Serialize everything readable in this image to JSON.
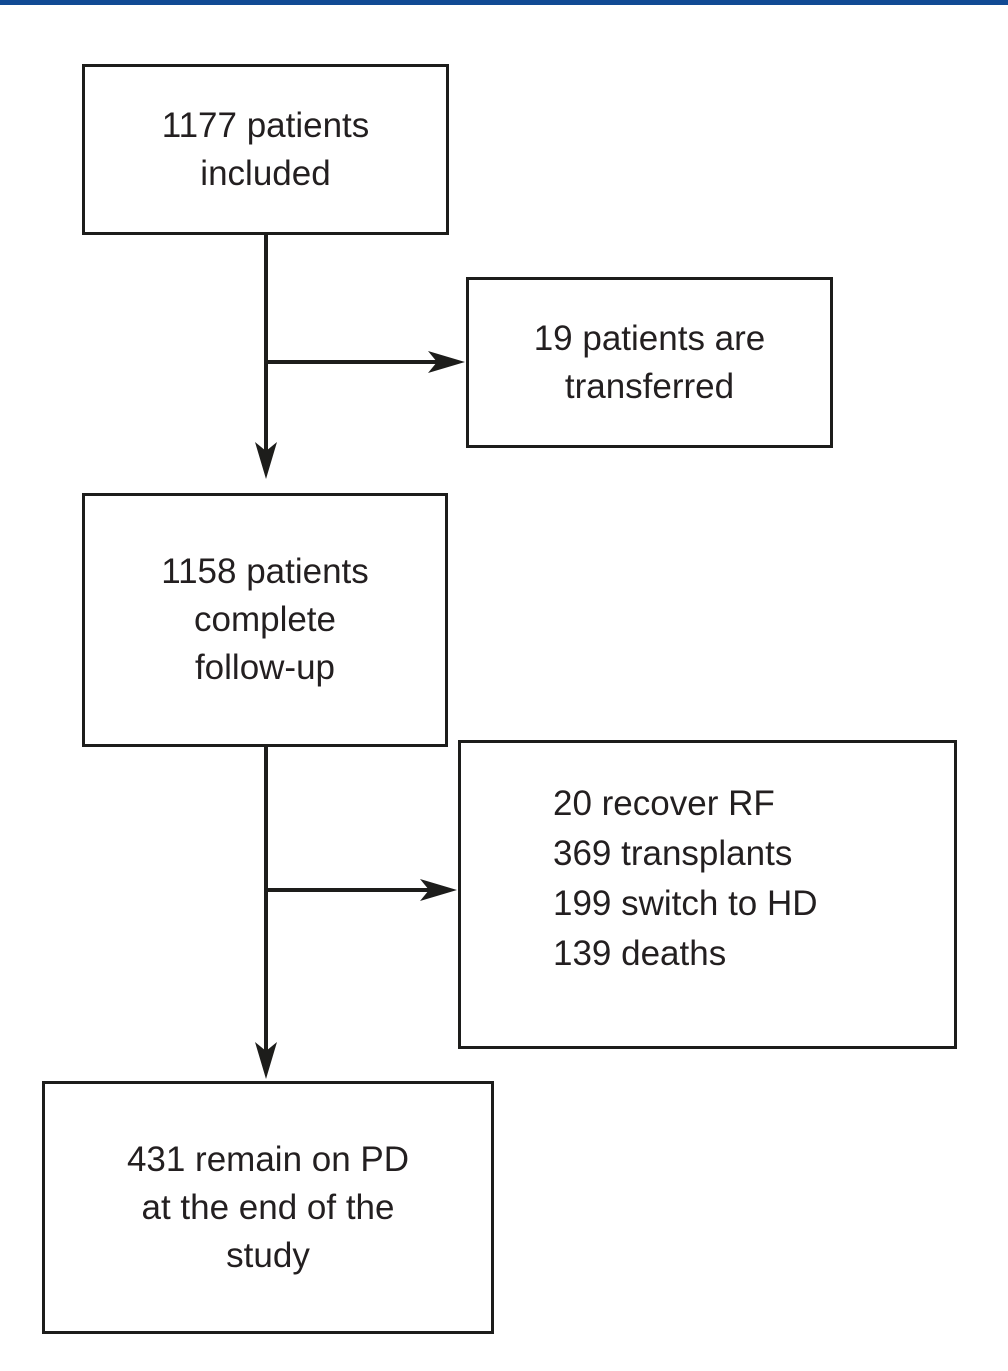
{
  "page": {
    "background_color": "#ffffff",
    "accent_bar_color": "#114a94",
    "line_color": "#1d1d1b",
    "text_color": "#231f20"
  },
  "flowchart": {
    "boxes": {
      "included": {
        "lines": [
          "1177 patients",
          "included"
        ]
      },
      "transferred": {
        "lines": [
          "19 patients are",
          "transferred"
        ]
      },
      "followup": {
        "lines": [
          "1158 patients",
          "complete",
          "follow-up"
        ]
      },
      "outcomes": {
        "lines": [
          "20 recover RF",
          "369 transplants",
          "199 switch to HD",
          "139 deaths"
        ]
      },
      "remain": {
        "lines": [
          "431 remain on PD",
          "at the end of the",
          "study"
        ]
      }
    },
    "arrows": [
      {
        "name": "included-to-followup",
        "direction": "down"
      },
      {
        "name": "included-to-transferred",
        "direction": "right"
      },
      {
        "name": "followup-to-remain",
        "direction": "down"
      },
      {
        "name": "followup-to-outcomes",
        "direction": "right"
      }
    ]
  }
}
